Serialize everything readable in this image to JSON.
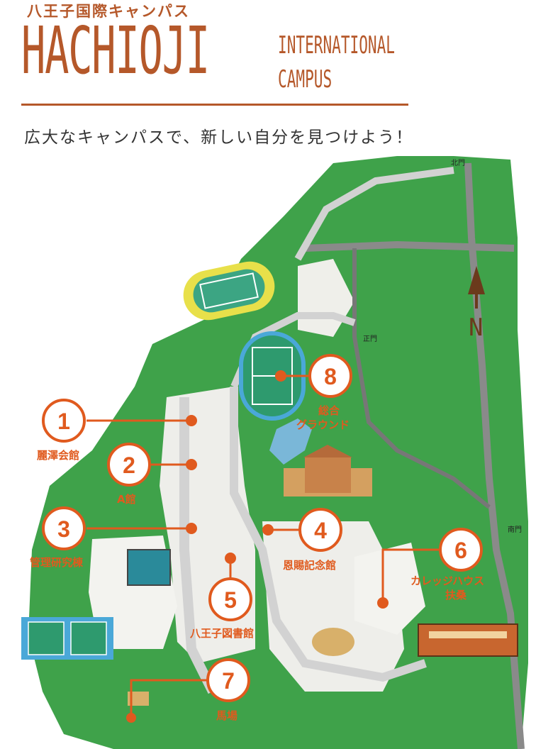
{
  "header": {
    "jp_title": "八王子国際キャンパス",
    "main_title": "HACHIOJI",
    "sub_title_line1": "INTERNATIONAL",
    "sub_title_line2": "CAMPUS",
    "tagline": "広大なキャンパスで、新しい自分を見つけよう！"
  },
  "map": {
    "north_symbol": "N",
    "gates": {
      "north": "北門",
      "main": "正門",
      "south": "南門"
    },
    "locations": [
      {
        "num": "1",
        "name": "麗澤会館"
      },
      {
        "num": "2",
        "name": "A館"
      },
      {
        "num": "3",
        "name": "管理研究棟"
      },
      {
        "num": "4",
        "name": "恩賜記念館"
      },
      {
        "num": "5",
        "name": "八王子図書館"
      },
      {
        "num": "6",
        "name_line1": "カレッジハウス",
        "name_line2": "扶桑"
      },
      {
        "num": "7",
        "name": "馬場"
      },
      {
        "num": "8",
        "name_line1": "総合",
        "name_line2": "グラウンド"
      }
    ]
  },
  "colors": {
    "brand_brown": "#b5582a",
    "marker_orange": "#e05a1e",
    "campus_green": "#3fa24a",
    "road_gray": "#cfcfcf",
    "field_green": "#2e9a6e"
  }
}
